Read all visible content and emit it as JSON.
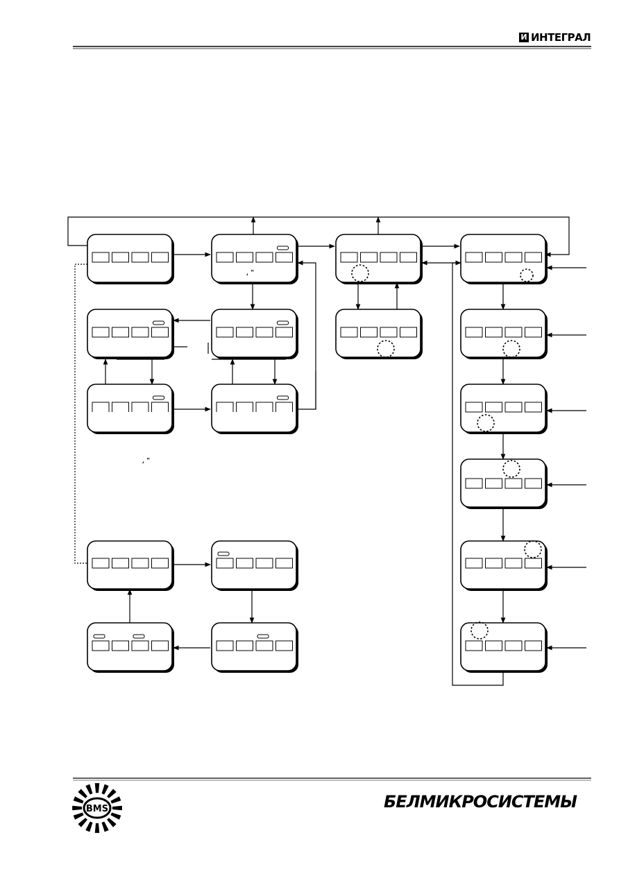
{
  "header": {
    "brand_mark": "И",
    "brand_name": "ИНТЕГРАЛ"
  },
  "footer": {
    "logo_text": "BMS",
    "company_name": "БЕЛМИКРОСИСТЕМЫ"
  },
  "diagram": {
    "quote_marks_row1": ", \"",
    "quote_marks_row3": ", \""
  },
  "colors": {
    "ink": "#000000",
    "paper": "#ffffff",
    "screen_shadow": "#000000"
  }
}
